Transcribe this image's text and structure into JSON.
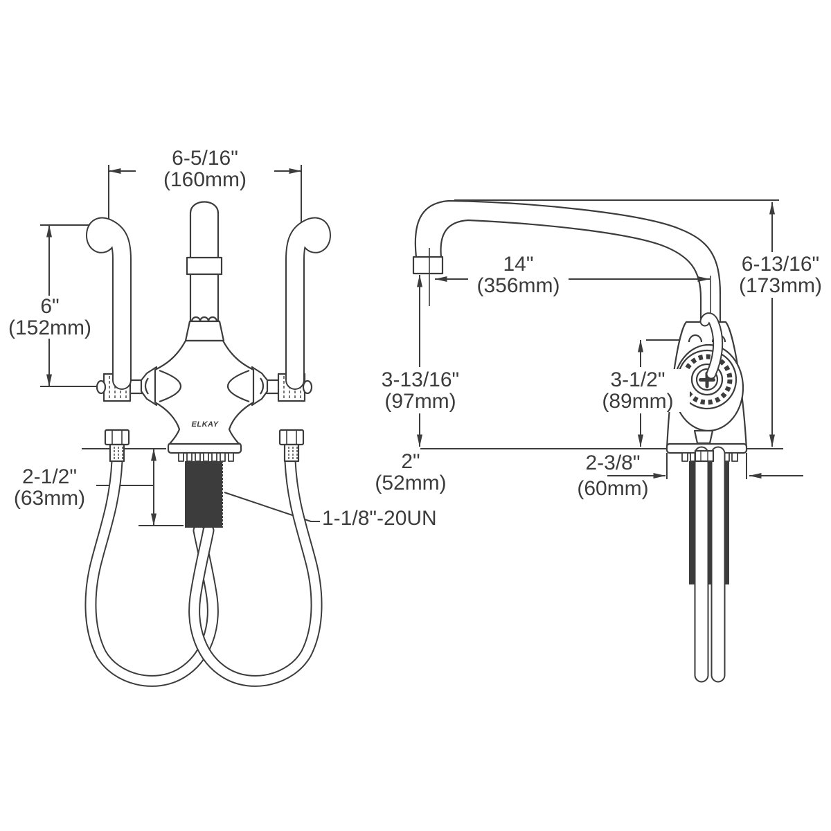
{
  "meta": {
    "brand": "ELKAY",
    "drawing_type": "faucet dimensional diagram",
    "views": [
      "front view with wristblade handles and supply hoses",
      "side view with high-arc spout"
    ]
  },
  "colors": {
    "ink": "#3c3c3c",
    "background": "#ffffff"
  },
  "dims": {
    "front": {
      "spread": {
        "in": "6-5/16\"",
        "mm": "(160mm)"
      },
      "handle_height": {
        "in": "6\"",
        "mm": "(152mm)"
      },
      "shank_length": {
        "in": "2-1/2\"",
        "mm": "(63mm)"
      },
      "shank_thread": "1-1/8\"-20UN"
    },
    "side": {
      "spout_reach": {
        "in": "14\"",
        "mm": "(356mm)"
      },
      "overall_height": {
        "in": "6-13/16\"",
        "mm": "(173mm)"
      },
      "spout_outlet_height": {
        "in": "3-13/16\"",
        "mm": "(97mm)"
      },
      "body_height": {
        "in": "3-1/2\"",
        "mm": "(89mm)"
      },
      "outlet_offset": {
        "in": "2\"",
        "mm": "(52mm)"
      },
      "base_width": {
        "in": "2-3/8\"",
        "mm": "(60mm)"
      }
    }
  }
}
